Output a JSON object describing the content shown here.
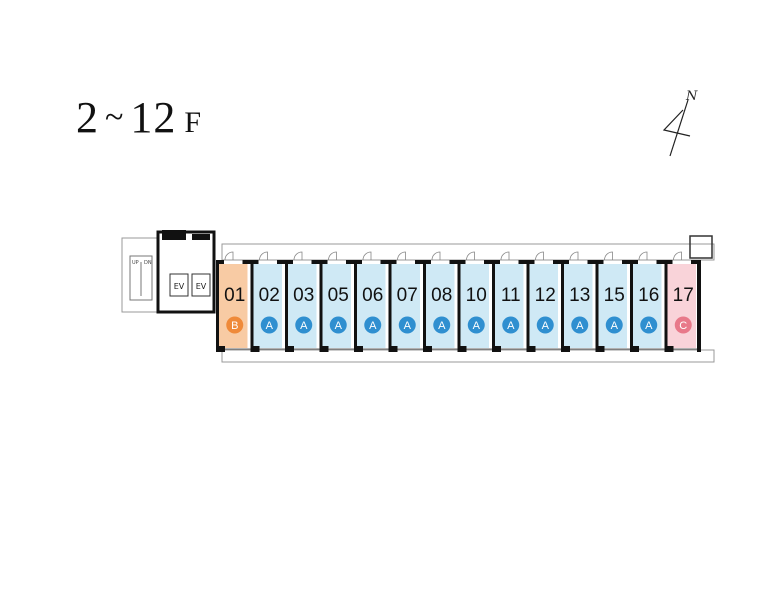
{
  "floor": {
    "from": "2",
    "tilde": "~",
    "to": "12",
    "suffix": "F"
  },
  "compass": {
    "label": "N"
  },
  "core": {
    "elevators": [
      "EV",
      "EV"
    ],
    "stair_labels": [
      "UP",
      "DN"
    ]
  },
  "colors": {
    "type_A_room": "#cfe9f5",
    "type_A_badge": "#2f8fd0",
    "type_B_room": "#f8cba4",
    "type_B_badge": "#ef8a3a",
    "type_C_room": "#f9d3d9",
    "type_C_badge": "#e8798a",
    "wall": "#111111"
  },
  "units": [
    {
      "number": "01",
      "type": "B"
    },
    {
      "number": "02",
      "type": "A"
    },
    {
      "number": "03",
      "type": "A"
    },
    {
      "number": "05",
      "type": "A"
    },
    {
      "number": "06",
      "type": "A"
    },
    {
      "number": "07",
      "type": "A"
    },
    {
      "number": "08",
      "type": "A"
    },
    {
      "number": "10",
      "type": "A"
    },
    {
      "number": "11",
      "type": "A"
    },
    {
      "number": "12",
      "type": "A"
    },
    {
      "number": "13",
      "type": "A"
    },
    {
      "number": "15",
      "type": "A"
    },
    {
      "number": "16",
      "type": "A"
    },
    {
      "number": "17",
      "type": "C"
    }
  ]
}
